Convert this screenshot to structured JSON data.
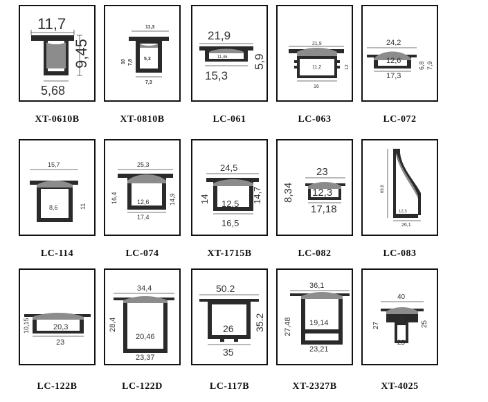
{
  "profiles": [
    {
      "code": "XT-0610B",
      "dims": [
        "11,7",
        "9,45",
        "5,68"
      ]
    },
    {
      "code": "XT-0810B",
      "dims": [
        "11,3",
        "10",
        "7,8",
        "5,3",
        "7,3"
      ]
    },
    {
      "code": "LC-061",
      "dims": [
        "21,9",
        "11,46",
        "15,3",
        "5,9"
      ]
    },
    {
      "code": "LC-063",
      "dims": [
        "21,9",
        "11,2",
        "12",
        "16"
      ]
    },
    {
      "code": "LC-072",
      "dims": [
        "24,2",
        "12,6",
        "6,8",
        "7,9",
        "17,3"
      ]
    },
    {
      "code": "LC-114",
      "dims": [
        "15,7",
        "8,6",
        "11"
      ]
    },
    {
      "code": "LC-074",
      "dims": [
        "25,3",
        "16,4",
        "12,6",
        "14,9",
        "17,4"
      ]
    },
    {
      "code": "XT-1715B",
      "dims": [
        "24,5",
        "14",
        "14,7",
        "12,5",
        "16,5"
      ]
    },
    {
      "code": "LC-082",
      "dims": [
        "23",
        "8,34",
        "12,3",
        "17,18"
      ]
    },
    {
      "code": "LC-083",
      "dims": [
        "69,8",
        "12,3",
        "26,1"
      ]
    },
    {
      "code": "LC-122B",
      "dims": [
        "10,15",
        "20,3",
        "23"
      ]
    },
    {
      "code": "LC-122D",
      "dims": [
        "34,4",
        "28,4",
        "20,46",
        "23,37"
      ]
    },
    {
      "code": "LC-117B",
      "dims": [
        "50.2",
        "35.2",
        "26",
        "35"
      ]
    },
    {
      "code": "XT-2327B",
      "dims": [
        "36,1",
        "27,48",
        "19,14",
        "23,21"
      ]
    },
    {
      "code": "XT-4025",
      "dims": [
        "40",
        "27",
        "22",
        "25",
        "25"
      ]
    }
  ]
}
